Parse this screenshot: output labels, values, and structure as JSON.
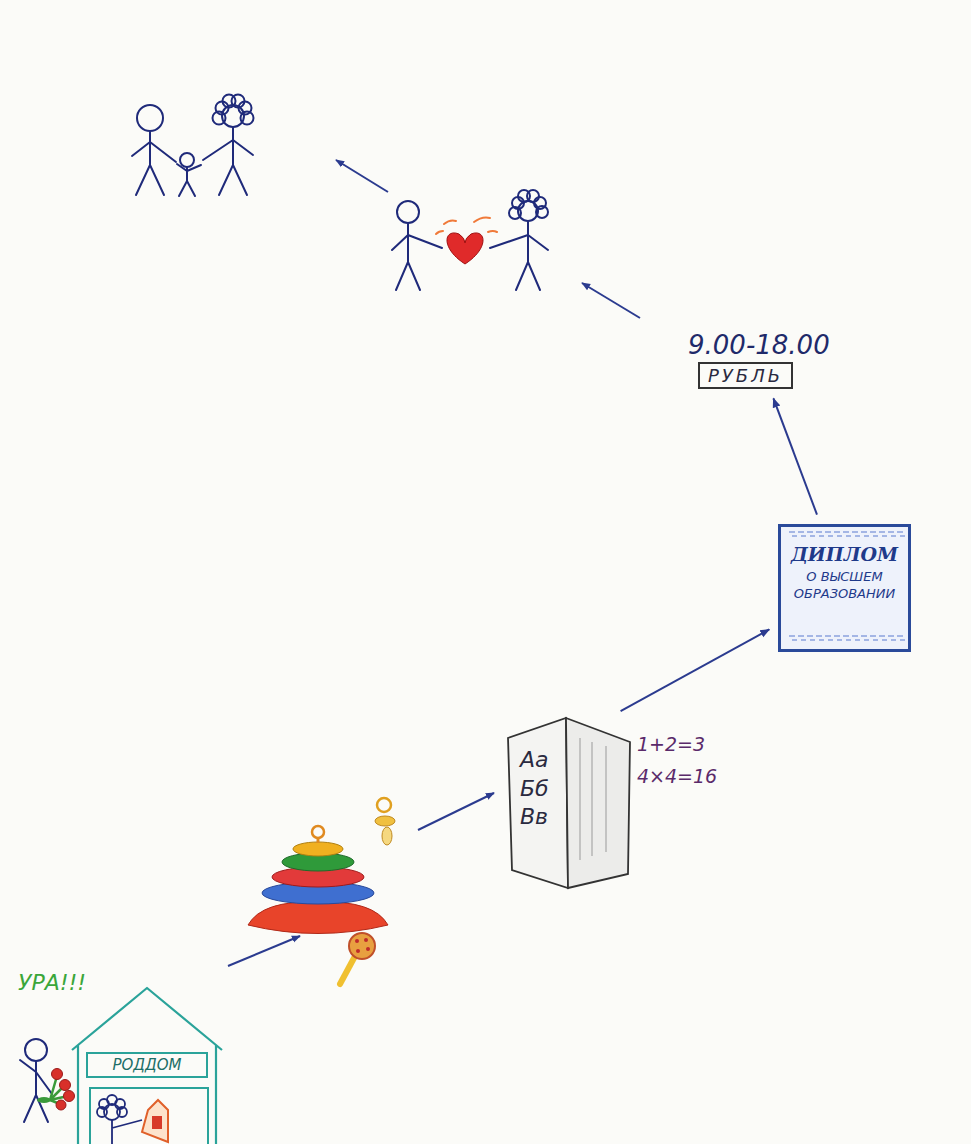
{
  "diagram": {
    "nodes": [
      {
        "text": [
          "РОДДОМ"
        ]
      },
      {
        "text": [
          "Aa Бб Вв"
        ]
      },
      {
        "text": [
          "ДИПЛОМ",
          "О ВЫСШЕМ ОБРАЗОВАНИИ"
        ]
      },
      {
        "text": [
          "9.00-18.00",
          "РУБЛЬ"
        ]
      }
    ],
    "edges": [
      {
        "from": 1,
        "to": 2,
        "arrow": "to"
      },
      {
        "from": 2,
        "to": 3,
        "arrow": "to"
      }
    ],
    "labels": [
      "УРА!!!",
      "1+2=3",
      "4×4=16"
    ]
  }
}
